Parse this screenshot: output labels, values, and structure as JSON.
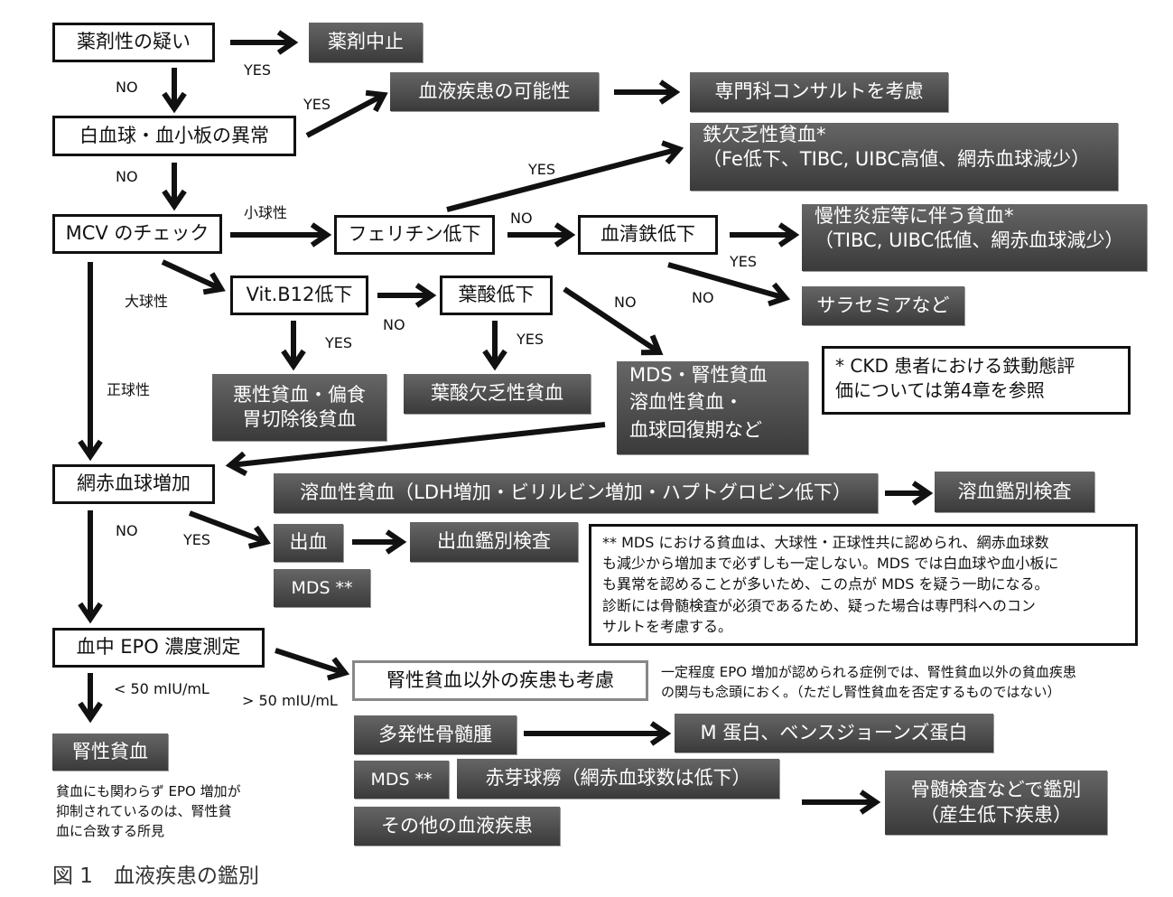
{
  "decision_boxes": {
    "drug": "薬剤性の疑い",
    "wbc_plt": "白血球・血小板の異常",
    "mcv": "MCV のチェック",
    "ferritin": "フェリチン低下",
    "serum_iron": "血清鉄低下",
    "vitb12": "Vit.B12低下",
    "folate": "葉酸低下",
    "retic": "網赤血球増加",
    "epo": "血中 EPO 濃度測定",
    "other_disease": "腎性貧血以外の疾患も考慮"
  },
  "result_boxes": {
    "stop_drug": "薬剤中止",
    "blood_disease": "血液疾患の可能性",
    "consult": "専門科コンサルトを考慮",
    "ida_1": "鉄欠乏性貧血*",
    "ida_2": "（Fe低下、TIBC, UIBC高値、網赤血球減少）",
    "acd_1": "慢性炎症等に伴う貧血*",
    "acd_2": "（TIBC, UIBC低値、網赤血球減少）",
    "thalassemia": "サラセミアなど",
    "pernicious_1": "悪性貧血・偏食",
    "pernicious_2": "胃切除後貧血",
    "folate_def": "葉酸欠乏性貧血",
    "mds_1": "MDS・腎性貧血",
    "mds_2": "溶血性貧血・",
    "mds_3": "血球回復期など",
    "hemolytic": "溶血性貧血（LDH増加・ビリルビン増加・ハプトグロビン低下）",
    "hemolysis_test": "溶血鑑別検査",
    "bleeding": "出血",
    "bleeding_test": "出血鑑別検査",
    "mds_a": "MDS **",
    "renal": "腎性貧血",
    "myeloma": "多発性骨髄腫",
    "m_protein": "M 蛋白、ベンスジョーンズ蛋白",
    "mds_b": "MDS **",
    "pra": "赤芽球癆（網赤血球数は低下）",
    "other_blood": "その他の血液疾患",
    "marrow_1": "骨髄検査などで鑑別",
    "marrow_2": "（産生低下疾患）"
  },
  "labels": {
    "yes1": "YES",
    "no1": "NO",
    "yes2": "YES",
    "no2": "NO",
    "yes3": "YES",
    "microcytic": "小球性",
    "no3": "NO",
    "yes4": "YES",
    "no4": "NO",
    "macrocytic": "大球性",
    "no5": "NO",
    "yes5": "YES",
    "yes6": "YES",
    "no6": "NO",
    "normocytic": "正球性",
    "no7": "NO",
    "yes7": "YES",
    "lt50": "< 50 mIU/mL",
    "gt50": "> 50 mIU/mL"
  },
  "notes": {
    "ckd_1": "* CKD 患者における鉄動態評",
    "ckd_2": "価については第4章を参照",
    "mds": [
      "** MDS における貧血は、大球性・正球性共に認められ、網赤血球数",
      "も減少から増加まで必ずしも一定しない。MDS では白血球や血小板に",
      "も異常を認めることが多いため、この点が MDS を疑う一助になる。",
      "診断には骨髄検査が必須であるため、疑った場合は専門科へのコン",
      "サルトを考慮する。"
    ],
    "epo_right": [
      "一定程度 EPO 増加が認められる症例では、腎性貧血以外の貧血疾患",
      "の関与も念頭におく。（ただし腎性貧血を否定するものではない）"
    ],
    "renal": [
      "貧血にも関わらず EPO 増加が",
      "抑制されているのは、腎性貧",
      "血に合致する所見"
    ]
  },
  "caption": "図 1　血液疾患の鑑別"
}
